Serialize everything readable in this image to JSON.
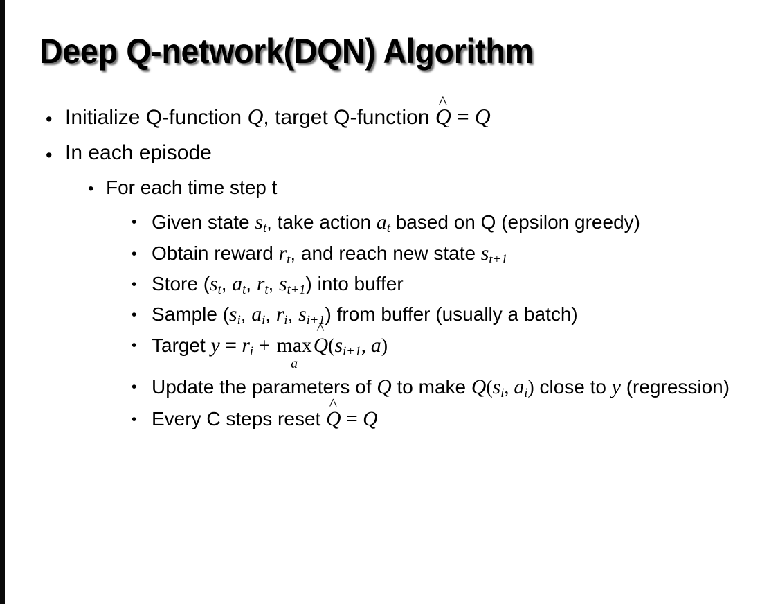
{
  "slide": {
    "title": "Deep Q-network(DQN) Algorithm",
    "background_color": "#ffffff",
    "text_color": "#000000",
    "edge_band_color": "#0a0a0a",
    "bullet_glyph": "•"
  },
  "bullets": {
    "b1": {
      "level": 1,
      "pre": "Initialize Q-function ",
      "var_q1": "Q",
      "mid": ", target Q-function ",
      "hat": "̂",
      "var_qhat": "Q",
      "eq": " = ",
      "var_q2": "Q"
    },
    "b2": {
      "level": 1,
      "text": "In each episode"
    },
    "b3": {
      "level": 2,
      "text": "For each time step t"
    },
    "b4": {
      "level": 3,
      "pre": "Given state ",
      "var_s": "s",
      "sub_s": "t",
      "mid": ", take action ",
      "var_a": "a",
      "sub_a": "t",
      "post": " based on Q (epsilon greedy)"
    },
    "b5": {
      "level": 3,
      "pre": "Obtain reward ",
      "var_r": "r",
      "sub_r": "t",
      "mid": ", and reach new state ",
      "var_s2": "s",
      "sub_s2": "t+1"
    },
    "b6": {
      "level": 3,
      "pre": "Store (",
      "var_s": "s",
      "sub_s": "t",
      "sep1": ", ",
      "var_a": "a",
      "sub_a": "t",
      "sep2": ", ",
      "var_r": "r",
      "sub_r": "t",
      "sep3": ", ",
      "var_s2": "s",
      "sub_s2": "t+1",
      "post": ") into buffer"
    },
    "b7": {
      "level": 3,
      "pre": "Sample (",
      "var_s": "s",
      "sub_s": "i",
      "sep1": ", ",
      "var_a": "a",
      "sub_a": "i",
      "sep2": ", ",
      "var_r": "r",
      "sub_r": "i",
      "sep3": ", ",
      "var_s2": "s",
      "sub_s2": "i+1",
      "post": ") from buffer (usually a batch)"
    },
    "b8": {
      "level": 3,
      "pre": "Target ",
      "var_y": "y",
      "eq": " = ",
      "var_r": "r",
      "sub_r": "i",
      "plus": " + ",
      "op": "max",
      "op_under": "a",
      "hat": "̂",
      "var_qhat": "Q",
      "open": "(",
      "var_s": "s",
      "sub_s": "i+1",
      "comma": ", ",
      "var_a": "a",
      "close": ")"
    },
    "b9": {
      "level": 3,
      "pre": "Update the parameters of ",
      "var_q1": "Q",
      "mid": " to make ",
      "var_q2": "Q",
      "open": "(",
      "var_s": "s",
      "sub_s": "i",
      "comma": ", ",
      "var_a": "a",
      "sub_a": "i",
      "close": ")",
      "post": " close to ",
      "var_y": "y",
      "tail": " (regression)"
    },
    "b10": {
      "level": 3,
      "pre": "Every C steps reset ",
      "hat": "̂",
      "var_qhat": "Q",
      "eq": " = ",
      "var_q": "Q"
    }
  }
}
